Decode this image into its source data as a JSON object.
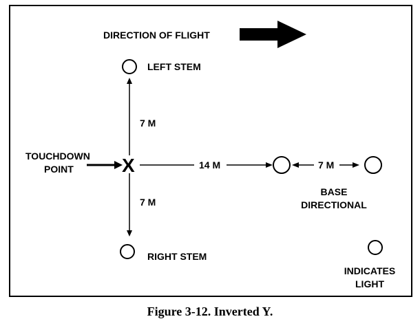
{
  "diagram": {
    "direction_label": "DIRECTION OF FLIGHT",
    "left_stem_label": "LEFT STEM",
    "right_stem_label": "RIGHT STEM",
    "touchdown_label_line1": "TOUCHDOWN",
    "touchdown_label_line2": "POINT",
    "touchdown_marker": "X",
    "distance_up": "7 M",
    "distance_down": "7 M",
    "distance_main": "14 M",
    "distance_base": "7 M",
    "base_label_line1": "BASE",
    "base_label_line2": "DIRECTIONAL",
    "legend_line1": "INDICATES",
    "legend_line2": "LIGHT"
  },
  "caption": "Figure 3-12. Inverted Y."
}
